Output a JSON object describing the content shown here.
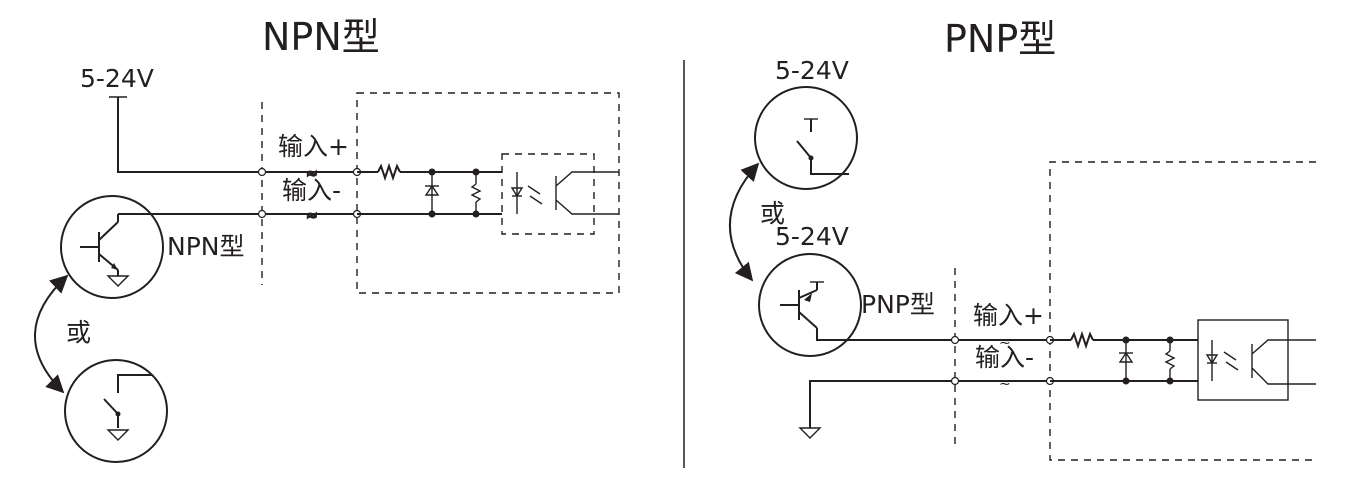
{
  "npn": {
    "title": "NPN型",
    "supply": "5-24V",
    "input_plus": "输入+",
    "input_minus": "输入-",
    "sensor_label": "NPN型",
    "or": "或"
  },
  "pnp": {
    "title": "PNP型",
    "supply_top": "5-24V",
    "supply_bottom": "5-24V",
    "input_plus": "输入+",
    "input_minus": "输入-",
    "sensor_label": "PNP型",
    "or": "或"
  },
  "colors": {
    "ink": "#231f20",
    "background": "#ffffff"
  }
}
